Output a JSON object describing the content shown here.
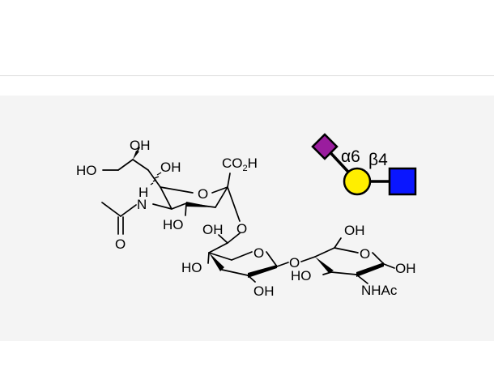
{
  "diagram": {
    "atom_labels": {
      "oh_top": "OH",
      "ho_left": "HO",
      "oh_c7": "OH",
      "co2h": "CO",
      "co2h_sub": "2",
      "co2h_h": "H",
      "nh_h": "H",
      "nh_n": "N",
      "ring_o_neu": "O",
      "ho_c4": "HO",
      "carbonyl_o": "O",
      "link_o_neu": "O",
      "oh_gal6": "OH",
      "ring_o_gal": "O",
      "ho_gal4": "HO",
      "oh_gal2": "OH",
      "link_o_gal": "O",
      "oh_glc6": "OH",
      "ring_o_glc": "O",
      "ho_glc3": "HO",
      "oh_anomeric": "OH",
      "nhac": "NHAc"
    },
    "snfg": {
      "linkage_alpha6": "α6",
      "linkage_beta4": "β4",
      "colors": {
        "neu5ac_diamond": "#9a1d9e",
        "galactose_circle": "#ffee00",
        "glcnac_square": "#0a16ff",
        "outline": "#000000"
      },
      "icons": [
        "diamond-icon",
        "circle-icon",
        "square-icon"
      ]
    }
  }
}
